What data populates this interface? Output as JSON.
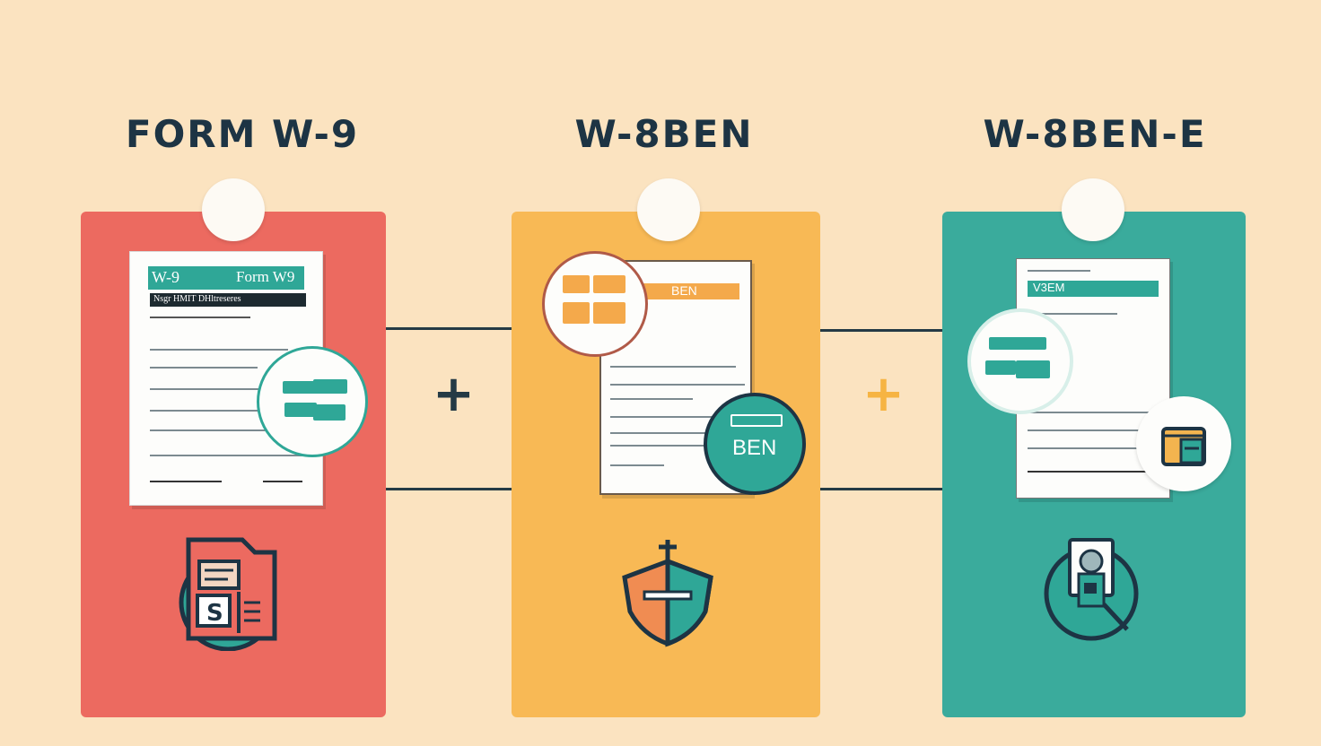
{
  "titles": {
    "w9": "FORM W-9",
    "w8ben": "W-8BEN",
    "w8bene": "W-8BEN-E"
  },
  "connectors": {
    "plus_left": "+",
    "plus_right": "+"
  },
  "w9_doc": {
    "header_left": "W-9",
    "header_right": "Form W9",
    "bar_text": "Nsgr HMIT DHltreseres"
  },
  "w8ben_doc": {
    "header_text": "BEN",
    "badge_text": "BEN"
  },
  "w8bene_doc": {
    "header_text": "V3EM"
  },
  "colors": {
    "background": "#fbe3c0",
    "w9_card": "#ec6a60",
    "w8ben_card": "#f8b955",
    "w8bene_card": "#3aab9c",
    "teal": "#2fa797",
    "navy": "#1d3444"
  },
  "icons": [
    "dollar-folder-icon",
    "shield-person-icon",
    "person-document-icon",
    "box-icon"
  ]
}
